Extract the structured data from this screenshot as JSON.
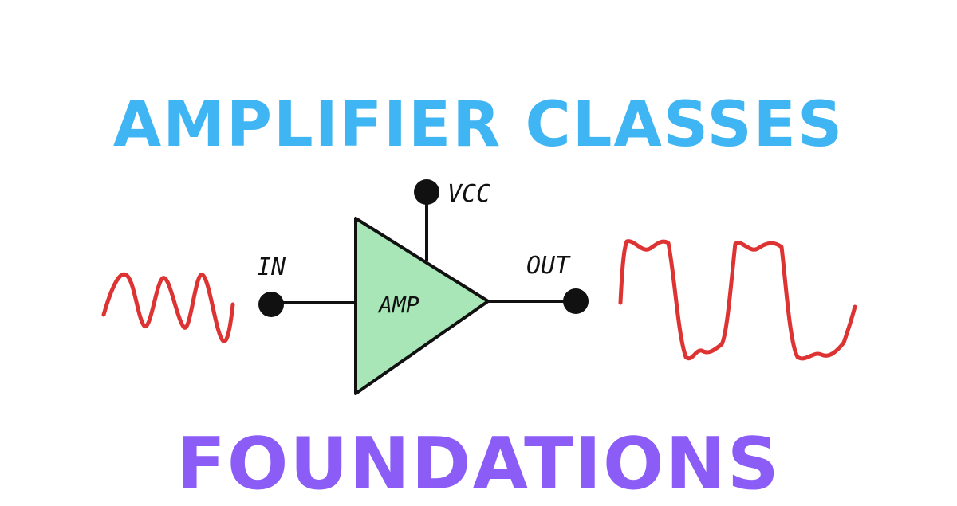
{
  "title": "AMPLIFIER CLASSES",
  "subtitle": "FOUNDATIONS",
  "diagram": {
    "input_label": "IN",
    "output_label": "OUT",
    "supply_label": "VCC",
    "amp_label": "AMP"
  },
  "colors": {
    "title": "#3fb5f3",
    "subtitle": "#8b5cf6",
    "amp_fill": "#a8e6b8",
    "signal": "#dd3333",
    "wire": "#111111"
  }
}
